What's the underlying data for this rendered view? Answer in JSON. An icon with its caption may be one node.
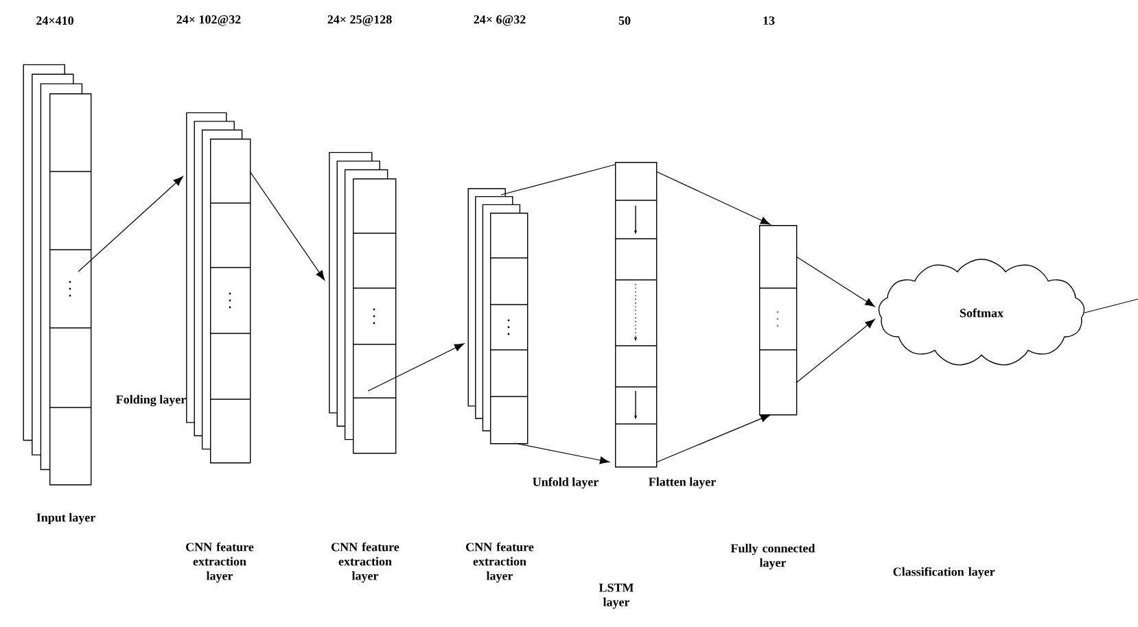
{
  "diagram": {
    "nodes": [
      {
        "text": [],
        "shape": "box"
      },
      {
        "text": [],
        "shape": "box"
      },
      {
        "text": [],
        "shape": "box"
      },
      {
        "text": [],
        "shape": "box"
      },
      {
        "text": [],
        "shape": "box"
      },
      {
        "text": [],
        "shape": "box"
      },
      {
        "text": [
          "Softmax"
        ]
      }
    ],
    "edges": [
      {
        "from": 0,
        "to": 1,
        "arrow": "to"
      },
      {
        "from": 1,
        "to": 2,
        "arrow": "to"
      },
      {
        "from": 2,
        "to": 3,
        "arrow": "to"
      },
      {
        "from": 3,
        "to": 4,
        "arrow": "none"
      },
      {
        "from": 3,
        "to": 4,
        "arrow": "to"
      },
      {
        "from": 4,
        "to": 5,
        "arrow": "to"
      },
      {
        "from": 4,
        "to": 5,
        "arrow": "to"
      },
      {
        "from": 5,
        "to": 6,
        "arrow": "to"
      },
      {
        "from": 5,
        "to": 6,
        "arrow": "to"
      },
      {
        "from": 6,
        "to": null,
        "arrow": "none"
      }
    ],
    "labels": [
      "24×410",
      "24× 102@32",
      "24× 25@128",
      "24× 6@32",
      "50",
      "13",
      "Folding layer",
      "Unfold layer",
      "Flatten layer",
      "Input layer",
      "CNN feature extraction layer",
      "CNN feature extraction layer",
      "CNN feature extraction layer",
      "LSTM layer",
      "Fully connected layer",
      "Classification layer"
    ]
  }
}
